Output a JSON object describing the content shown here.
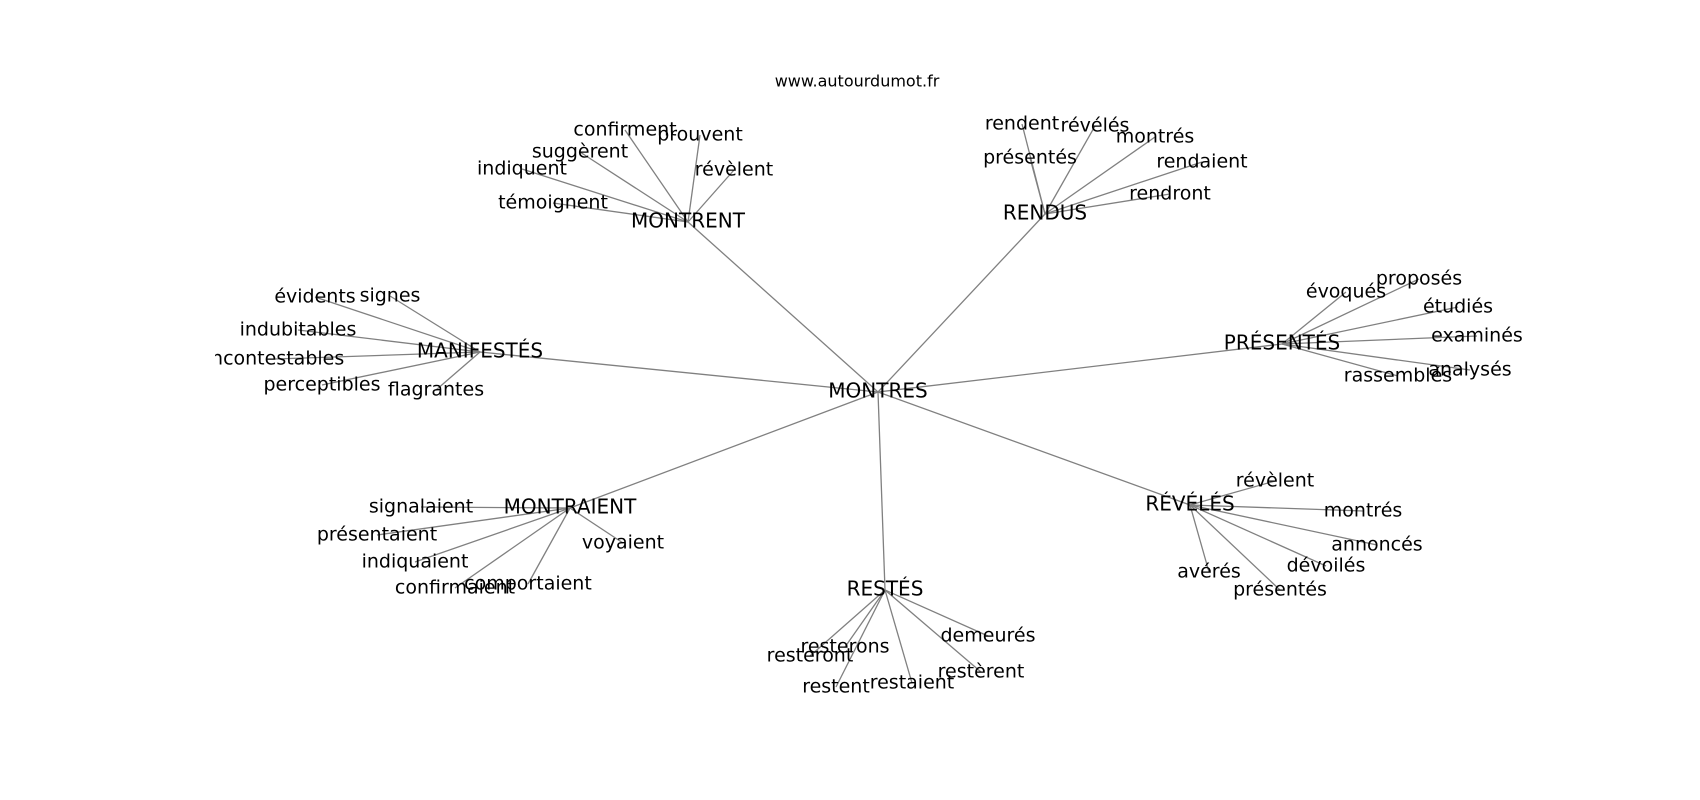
{
  "site": "www.autourdumot.fr",
  "center": "MONTRES",
  "hubs": [
    {
      "id": "montrent",
      "label": "MONTRENT",
      "leaves": [
        "confirment",
        "prouvent",
        "suggèrent",
        "indiquent",
        "révèlent",
        "témoignent"
      ]
    },
    {
      "id": "rendus",
      "label": "RENDUS",
      "leaves": [
        "rendent",
        "révélés",
        "montrés",
        "présentés",
        "rendaient",
        "rendront"
      ]
    },
    {
      "id": "manifestes",
      "label": "MANIFESTÉS",
      "leaves": [
        "évidents",
        "signes",
        "indubitables",
        "incontestables",
        "perceptibles",
        "flagrantes"
      ]
    },
    {
      "id": "presentes",
      "label": "PRÉSENTÉS",
      "leaves": [
        "évoqués",
        "proposés",
        "étudiés",
        "examinés",
        "rassemblés",
        "analysés"
      ]
    },
    {
      "id": "montraient",
      "label": "MONTRAIENT",
      "leaves": [
        "signalaient",
        "présentaient",
        "indiquaient",
        "voyaient",
        "confirmaient",
        "comportaient"
      ]
    },
    {
      "id": "reveles",
      "label": "RÉVÉLÉS",
      "leaves": [
        "révèlent",
        "montrés",
        "annoncés",
        "dévoilés",
        "avérés",
        "présentés"
      ]
    },
    {
      "id": "restes",
      "label": "RESTÉS",
      "leaves": [
        "demeurés",
        "resteront",
        "resterons",
        "restèrent",
        "restent",
        "restaient"
      ]
    }
  ]
}
